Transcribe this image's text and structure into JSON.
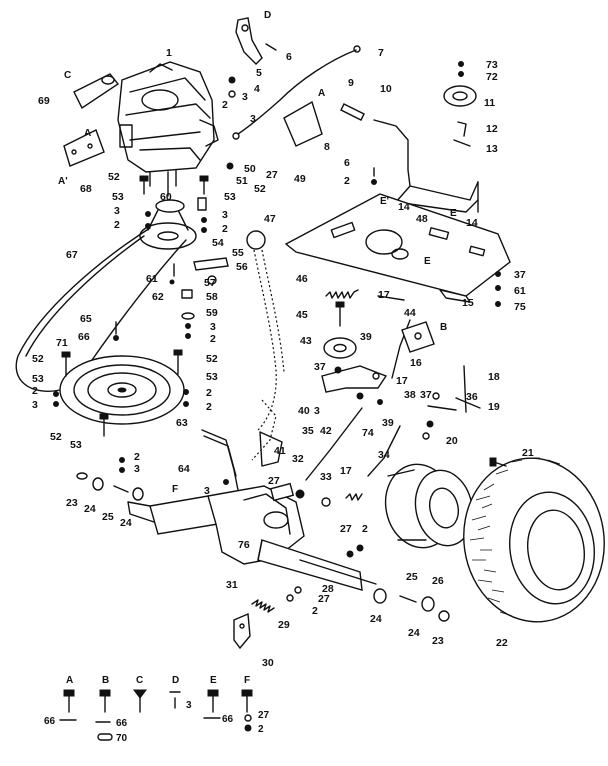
{
  "callouts": {
    "c1": "1",
    "c2": "2",
    "c3": "3",
    "c4": "4",
    "c5": "5",
    "c6": "6",
    "c7": "7",
    "c8": "8",
    "c9": "9",
    "c10": "10",
    "c11": "11",
    "c12": "12",
    "c13": "13",
    "c14": "14",
    "c15": "15",
    "c16": "16",
    "c17": "17",
    "c18": "18",
    "c19": "19",
    "c20": "20",
    "c21": "21",
    "c22": "22",
    "c23": "23",
    "c24": "24",
    "c25": "25",
    "c26": "26",
    "c27": "27",
    "c28": "28",
    "c29": "29",
    "c30": "30",
    "c31": "31",
    "c32": "32",
    "c33": "33",
    "c34": "34",
    "c35": "35",
    "c36": "36",
    "c37": "37",
    "c38": "38",
    "c39": "39",
    "c40": "40",
    "c41": "41",
    "c42": "42",
    "c43": "43",
    "c44": "44",
    "c45": "45",
    "c46": "46",
    "c47": "47",
    "c48": "48",
    "c49": "49",
    "c50": "50",
    "c51": "51",
    "c52": "52",
    "c53": "53",
    "c54": "54",
    "c55": "55",
    "c56": "56",
    "c57": "57",
    "c58": "58",
    "c59": "59",
    "c60": "60",
    "c61": "61",
    "c62": "62",
    "c63": "63",
    "c64": "64",
    "c65": "65",
    "c66": "66",
    "c67": "67",
    "c68": "68",
    "c69": "69",
    "c70": "70",
    "c71": "71",
    "c72": "72",
    "c73": "73",
    "c74": "74",
    "c75": "75",
    "c76": "76"
  },
  "letters": {
    "A": "A",
    "B": "B",
    "C": "C",
    "D": "D",
    "E": "E",
    "F": "F",
    "Ap": "A'",
    "Ep": "E'"
  },
  "legend": [
    {
      "letter": "A",
      "parts": [
        "66"
      ]
    },
    {
      "letter": "B",
      "parts": [
        "66",
        "70"
      ]
    },
    {
      "letter": "C",
      "parts": []
    },
    {
      "letter": "D",
      "parts": [
        "3"
      ]
    },
    {
      "letter": "E",
      "parts": [
        "66"
      ]
    },
    {
      "letter": "F",
      "parts": [
        "27",
        "2"
      ]
    }
  ]
}
